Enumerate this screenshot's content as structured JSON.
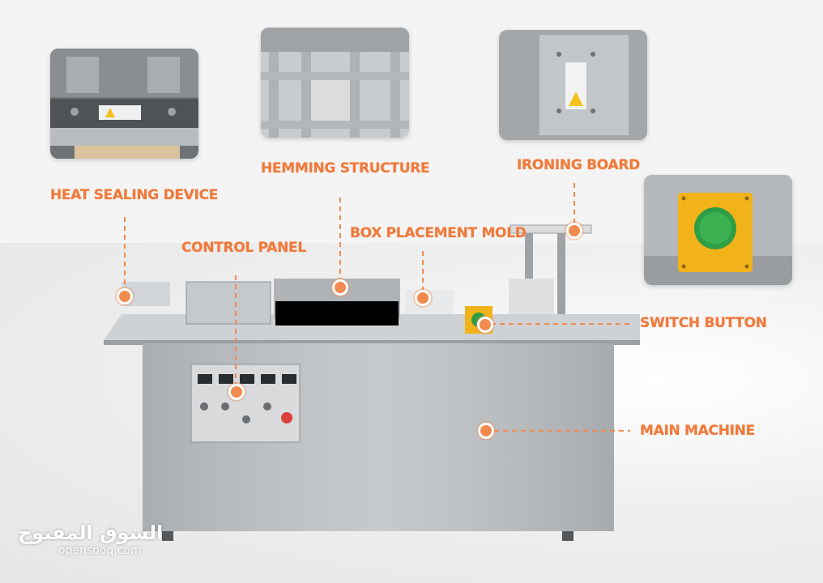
{
  "labels": {
    "hemming_structure": "HEMMING STRUCTURE",
    "ironing_board": "IRONING BOARD",
    "heat_sealing_device": "HEAT SEALING DEVICE",
    "control_panel": "CONTROL PANEL",
    "box_placement_mold": "BOX PLACEMENT MOLD",
    "switch_button": "SWITCH BUTTON",
    "main_machine": "MAIN MACHINE"
  },
  "watermark": {
    "arabic": "السوق المفتوح",
    "latin": "opensooq.com"
  },
  "colors": {
    "accent": "#ef7a3c",
    "steel": "#b9bcbf",
    "button_yellow": "#f2b21a",
    "button_green": "#2e9d43"
  }
}
